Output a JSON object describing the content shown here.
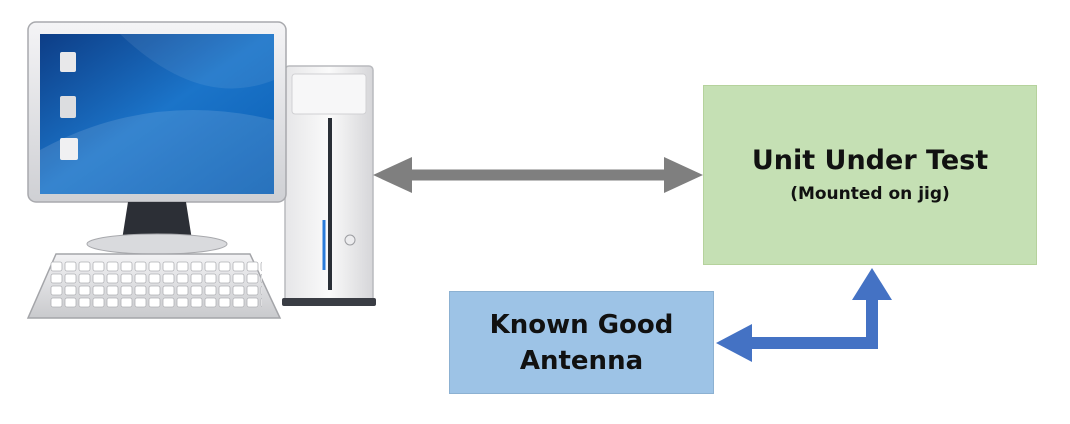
{
  "colors": {
    "uut_fill": "#c5e0b4",
    "antenna_fill": "#9dc3e6",
    "gray_arrow": "#7f7f7f",
    "blue_arrow": "#4472c4"
  },
  "computer": {
    "icon": "desktop-computer-icon"
  },
  "uut": {
    "title": "Unit Under Test",
    "subtitle": "(Mounted on jig)"
  },
  "antenna": {
    "line1": "Known Good",
    "line2": "Antenna"
  },
  "connectors": {
    "computer_to_uut": "bidirectional-arrow",
    "antenna_to_uut": "bidirectional-elbow-arrow"
  }
}
